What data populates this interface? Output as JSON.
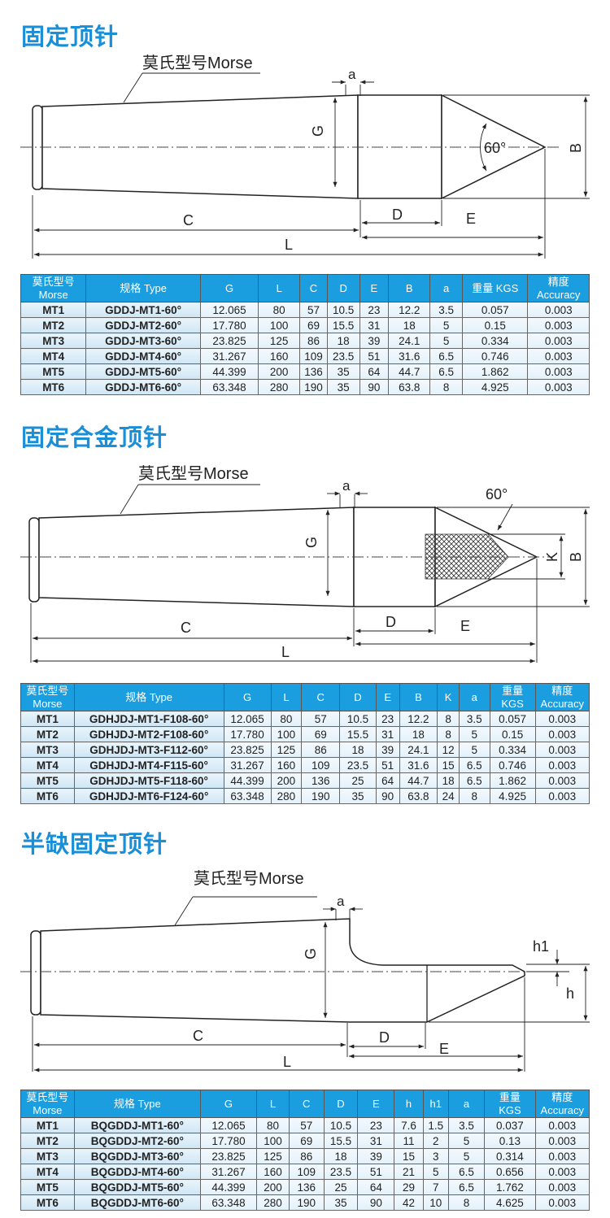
{
  "sections": [
    {
      "title": "固定顶针",
      "diagram": {
        "morse_label": "莫氏型号Morse",
        "angle": "60°",
        "labels": {
          "a": "a",
          "G": "G",
          "B": "B",
          "C": "C",
          "D": "D",
          "E": "E",
          "L": "L"
        }
      },
      "table": {
        "headers": [
          [
            "莫氏型号",
            "Morse"
          ],
          [
            "规格 Type",
            ""
          ],
          [
            "G",
            ""
          ],
          [
            "L",
            ""
          ],
          [
            "C",
            ""
          ],
          [
            "D",
            ""
          ],
          [
            "E",
            ""
          ],
          [
            "B",
            ""
          ],
          [
            "a",
            ""
          ],
          [
            "重量 KGS",
            ""
          ],
          [
            "精度",
            "Accuracy"
          ]
        ],
        "rows": [
          [
            "MT1",
            "GDDJ-MT1-60°",
            "12.065",
            "80",
            "57",
            "10.5",
            "23",
            "12.2",
            "3.5",
            "0.057",
            "0.003"
          ],
          [
            "MT2",
            "GDDJ-MT2-60°",
            "17.780",
            "100",
            "69",
            "15.5",
            "31",
            "18",
            "5",
            "0.15",
            "0.003"
          ],
          [
            "MT3",
            "GDDJ-MT3-60°",
            "23.825",
            "125",
            "86",
            "18",
            "39",
            "24.1",
            "5",
            "0.334",
            "0.003"
          ],
          [
            "MT4",
            "GDDJ-MT4-60°",
            "31.267",
            "160",
            "109",
            "23.5",
            "51",
            "31.6",
            "6.5",
            "0.746",
            "0.003"
          ],
          [
            "MT5",
            "GDDJ-MT5-60°",
            "44.399",
            "200",
            "136",
            "35",
            "64",
            "44.7",
            "6.5",
            "1.862",
            "0.003"
          ],
          [
            "MT6",
            "GDDJ-MT6-60°",
            "63.348",
            "280",
            "190",
            "35",
            "90",
            "63.8",
            "8",
            "4.925",
            "0.003"
          ]
        ]
      }
    },
    {
      "title": "固定合金顶针",
      "diagram": {
        "morse_label": "莫氏型号Morse",
        "angle": "60°",
        "labels": {
          "a": "a",
          "G": "G",
          "B": "B",
          "K": "K",
          "C": "C",
          "D": "D",
          "E": "E",
          "L": "L"
        }
      },
      "table": {
        "headers": [
          [
            "莫氏型号",
            "Morse"
          ],
          [
            "规格 Type",
            ""
          ],
          [
            "G",
            ""
          ],
          [
            "L",
            ""
          ],
          [
            "C",
            ""
          ],
          [
            "D",
            ""
          ],
          [
            "E",
            ""
          ],
          [
            "B",
            ""
          ],
          [
            "K",
            ""
          ],
          [
            "a",
            ""
          ],
          [
            "重量",
            "KGS"
          ],
          [
            "精度",
            "Accuracy"
          ]
        ],
        "rows": [
          [
            "MT1",
            "GDHJDJ-MT1-F108-60°",
            "12.065",
            "80",
            "57",
            "10.5",
            "23",
            "12.2",
            "8",
            "3.5",
            "0.057",
            "0.003"
          ],
          [
            "MT2",
            "GDHJDJ-MT2-F108-60°",
            "17.780",
            "100",
            "69",
            "15.5",
            "31",
            "18",
            "8",
            "5",
            "0.15",
            "0.003"
          ],
          [
            "MT3",
            "GDHJDJ-MT3-F112-60°",
            "23.825",
            "125",
            "86",
            "18",
            "39",
            "24.1",
            "12",
            "5",
            "0.334",
            "0.003"
          ],
          [
            "MT4",
            "GDHJDJ-MT4-F115-60°",
            "31.267",
            "160",
            "109",
            "23.5",
            "51",
            "31.6",
            "15",
            "6.5",
            "0.746",
            "0.003"
          ],
          [
            "MT5",
            "GDHJDJ-MT5-F118-60°",
            "44.399",
            "200",
            "136",
            "25",
            "64",
            "44.7",
            "18",
            "6.5",
            "1.862",
            "0.003"
          ],
          [
            "MT6",
            "GDHJDJ-MT6-F124-60°",
            "63.348",
            "280",
            "190",
            "35",
            "90",
            "63.8",
            "24",
            "8",
            "4.925",
            "0.003"
          ]
        ]
      }
    },
    {
      "title": "半缺固定顶针",
      "diagram": {
        "morse_label": "莫氏型号Morse",
        "labels": {
          "a": "a",
          "G": "G",
          "h": "h",
          "h1": "h1",
          "C": "C",
          "D": "D",
          "E": "E",
          "L": "L"
        }
      },
      "table": {
        "headers": [
          [
            "莫氏型号",
            "Morse"
          ],
          [
            "规格 Type",
            ""
          ],
          [
            "G",
            ""
          ],
          [
            "L",
            ""
          ],
          [
            "C",
            ""
          ],
          [
            "D",
            ""
          ],
          [
            "E",
            ""
          ],
          [
            "h",
            ""
          ],
          [
            "h1",
            ""
          ],
          [
            "a",
            ""
          ],
          [
            "重量",
            "KGS"
          ],
          [
            "精度",
            "Accuracy"
          ]
        ],
        "rows": [
          [
            "MT1",
            "BQGDDJ-MT1-60°",
            "12.065",
            "80",
            "57",
            "10.5",
            "23",
            "7.6",
            "1.5",
            "3.5",
            "0.037",
            "0.003"
          ],
          [
            "MT2",
            "BQGDDJ-MT2-60°",
            "17.780",
            "100",
            "69",
            "15.5",
            "31",
            "11",
            "2",
            "5",
            "0.13",
            "0.003"
          ],
          [
            "MT3",
            "BQGDDJ-MT3-60°",
            "23.825",
            "125",
            "86",
            "18",
            "39",
            "15",
            "3",
            "5",
            "0.314",
            "0.003"
          ],
          [
            "MT4",
            "BQGDDJ-MT4-60°",
            "31.267",
            "160",
            "109",
            "23.5",
            "51",
            "21",
            "5",
            "6.5",
            "0.656",
            "0.003"
          ],
          [
            "MT5",
            "BQGDDJ-MT5-60°",
            "44.399",
            "200",
            "136",
            "25",
            "64",
            "29",
            "7",
            "6.5",
            "1.762",
            "0.003"
          ],
          [
            "MT6",
            "BQGDDJ-MT6-60°",
            "63.348",
            "280",
            "190",
            "35",
            "90",
            "42",
            "10",
            "8",
            "4.625",
            "0.003"
          ]
        ]
      }
    }
  ],
  "colors": {
    "title": "#1a8fd8",
    "header": "#1a9ee0"
  }
}
